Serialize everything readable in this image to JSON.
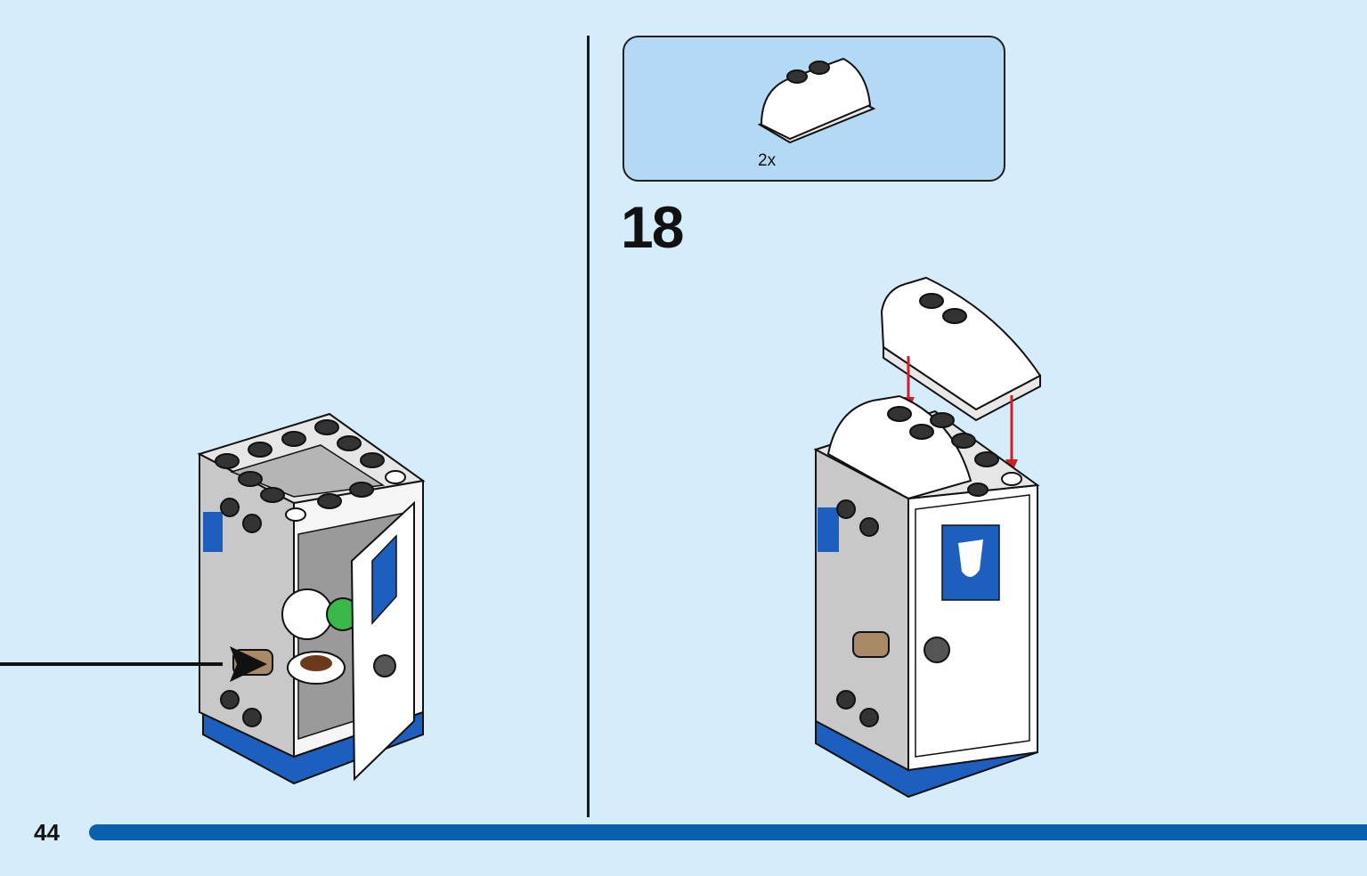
{
  "page": {
    "number": "44"
  },
  "step": {
    "number": "18"
  },
  "parts_callout": {
    "quantity": "2x",
    "part_icon": "white-curved-slope-brick-icon"
  },
  "colors": {
    "background": "#d5ecfb",
    "callout": "#b4d9f5",
    "accent_blue": "#0a60ad",
    "arrow_red": "#d11f2a"
  }
}
